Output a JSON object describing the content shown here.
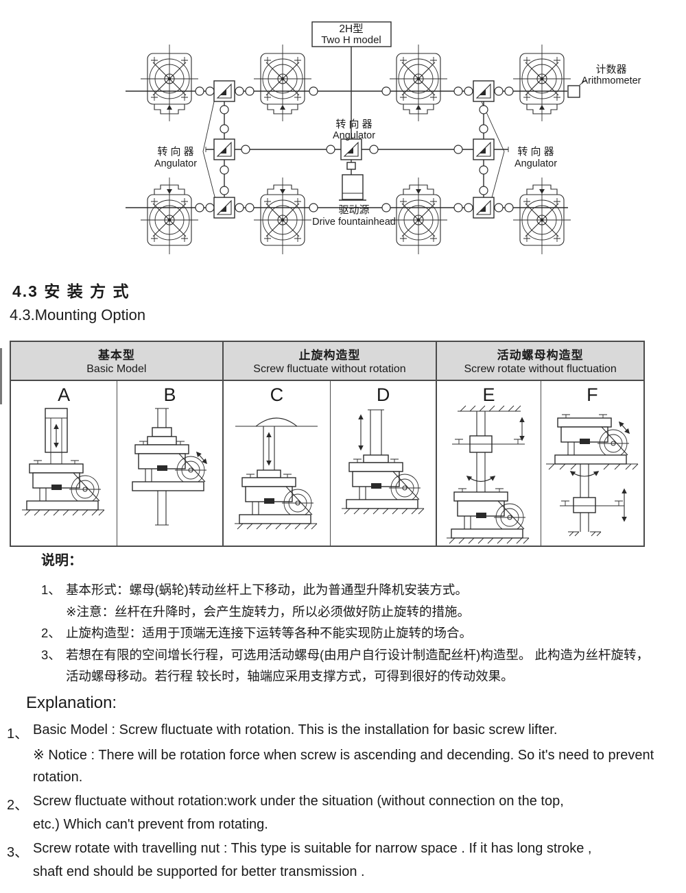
{
  "colors": {
    "table_header_bg": "#d9d9d9",
    "line_color": "#2a2a2a",
    "text_color": "#1a1a1a"
  },
  "diagram": {
    "title": {
      "line1": "2H型",
      "line2": "Two H  model"
    },
    "angulator": {
      "zh": "转 向 器",
      "en": "Angulator"
    },
    "arithmometer": {
      "zh": "计数器",
      "en": "Arithmometer"
    },
    "drive": {
      "zh": "驱动源",
      "en": "Drive fountainhead"
    }
  },
  "section": {
    "heading_zh": "4.3 安 装 方 式",
    "heading_en": "4.3.Mounting Option"
  },
  "table": {
    "header": [
      {
        "zh": "基本型",
        "en": "Basic Model"
      },
      {
        "zh": "止旋构造型",
        "en": "Screw fluctuate without rotation"
      },
      {
        "zh": "活动螺母构造型",
        "en": "Screw rotate without fluctuation"
      }
    ],
    "cells": [
      "A",
      "B",
      "C",
      "D",
      "E",
      "F"
    ]
  },
  "notes_zh": {
    "title": "说明：",
    "lines": [
      {
        "num": "1、",
        "text": "基本形式：螺母(蜗轮)转动丝杆上下移动，此为普通型升降机安装方式。"
      },
      {
        "num": "",
        "text": "※注意：丝杆在升降时，会产生旋转力，所以必须做好防止旋转的措施。"
      },
      {
        "num": "2、",
        "text": "止旋构造型：适用于顶端无连接下运转等各种不能实现防止旋转的场合。"
      },
      {
        "num": "3、",
        "text": "若想在有限的空间增长行程，可选用活动螺母(由用户自行设计制造配丝杆)构造型。 此构造为丝杆旋转，"
      },
      {
        "num": "",
        "text": "活动螺母移动。若行程 较长时，轴端应采用支撑方式，可得到很好的传动效果。"
      }
    ]
  },
  "notes_en": {
    "title": "Explanation:",
    "lines": [
      {
        "num": "1、",
        "text": "Basic Model :  Screw fluctuate with rotation. This is the installation for basic screw lifter."
      },
      {
        "num": "",
        "text": "※ Notice : There will be rotation force when screw is ascending and decending. So it's need to prevent"
      },
      {
        "num": "",
        "text": "rotation."
      },
      {
        "num": "2、",
        "text": "Screw fluctuate  without rotation:work under the  situation (without connection on the top,"
      },
      {
        "num": "",
        "text": "etc.) Which can't prevent from rotating."
      },
      {
        "num": "3、",
        "text": "Screw rotate with travelling nut : This type is suitable for narrow space . If it has long stroke ,"
      },
      {
        "num": "",
        "text": "shaft end should be supported for better transmission ."
      }
    ]
  }
}
